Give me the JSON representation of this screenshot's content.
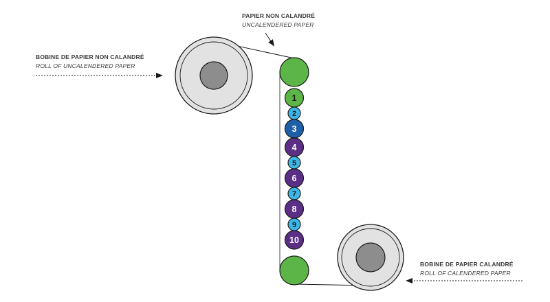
{
  "labels": {
    "top": {
      "fr": "PAPIER NON CALANDRÉ",
      "en": "UNCALENDERED PAPER"
    },
    "left": {
      "fr": "BOBINE DE PAPIER NON CALANDRÉ",
      "en": "ROLL OF UNCALENDERED PAPER"
    },
    "right": {
      "fr": "BOBINE DE PAPIER CALANDRÉ",
      "en": "ROLL OF CALENDERED PAPER"
    }
  },
  "rollers": [
    {
      "num": "1",
      "size": "medium",
      "color": "#5cb547"
    },
    {
      "num": "2",
      "size": "small",
      "color": "#3db6e6"
    },
    {
      "num": "3",
      "size": "medium",
      "color": "#1f5fa8"
    },
    {
      "num": "4",
      "size": "medium",
      "color": "#5c2f86"
    },
    {
      "num": "5",
      "size": "small",
      "color": "#3db6e6"
    },
    {
      "num": "6",
      "size": "medium",
      "color": "#5c2f86"
    },
    {
      "num": "7",
      "size": "small",
      "color": "#3db6e6"
    },
    {
      "num": "8",
      "size": "medium",
      "color": "#5c2f86"
    },
    {
      "num": "9",
      "size": "small",
      "color": "#3db6e6"
    },
    {
      "num": "10",
      "size": "medium",
      "color": "#5c2f86"
    }
  ],
  "colors": {
    "guide_roller": "#5cb547",
    "roll_outer": "#e2e2e2",
    "roll_core": "#8d8d8d",
    "stroke": "#1a1a1a"
  }
}
